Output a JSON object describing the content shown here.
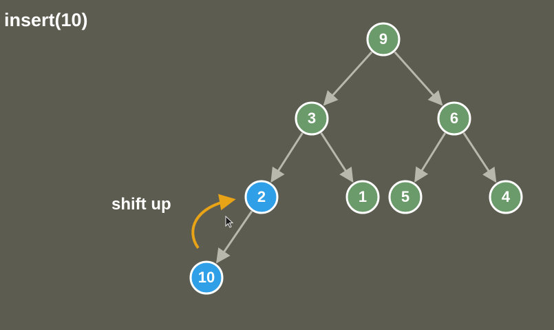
{
  "title": "insert(10)",
  "annotation": "shift up",
  "colors": {
    "background": "#5c5c50",
    "node_default": "#6b9a6b",
    "node_highlight": "#2f9fe8",
    "node_border": "#ffffff",
    "edge": "#b8b8ac",
    "arrow_accent": "#e8a317"
  },
  "nodes": [
    {
      "id": "n9",
      "label": "9",
      "highlight": false
    },
    {
      "id": "n3",
      "label": "3",
      "highlight": false
    },
    {
      "id": "n6",
      "label": "6",
      "highlight": false
    },
    {
      "id": "n2",
      "label": "2",
      "highlight": true
    },
    {
      "id": "n1",
      "label": "1",
      "highlight": false
    },
    {
      "id": "n5",
      "label": "5",
      "highlight": false
    },
    {
      "id": "n4",
      "label": "4",
      "highlight": false
    },
    {
      "id": "n10",
      "label": "10",
      "highlight": true
    }
  ],
  "edges": [
    {
      "from": "n9",
      "to": "n3"
    },
    {
      "from": "n9",
      "to": "n6"
    },
    {
      "from": "n3",
      "to": "n2"
    },
    {
      "from": "n3",
      "to": "n1"
    },
    {
      "from": "n6",
      "to": "n5"
    },
    {
      "from": "n6",
      "to": "n4"
    },
    {
      "from": "n2",
      "to": "n10"
    }
  ],
  "icons": {
    "cursor": "mouse-pointer-icon",
    "swap": "curved-arrow-icon"
  }
}
